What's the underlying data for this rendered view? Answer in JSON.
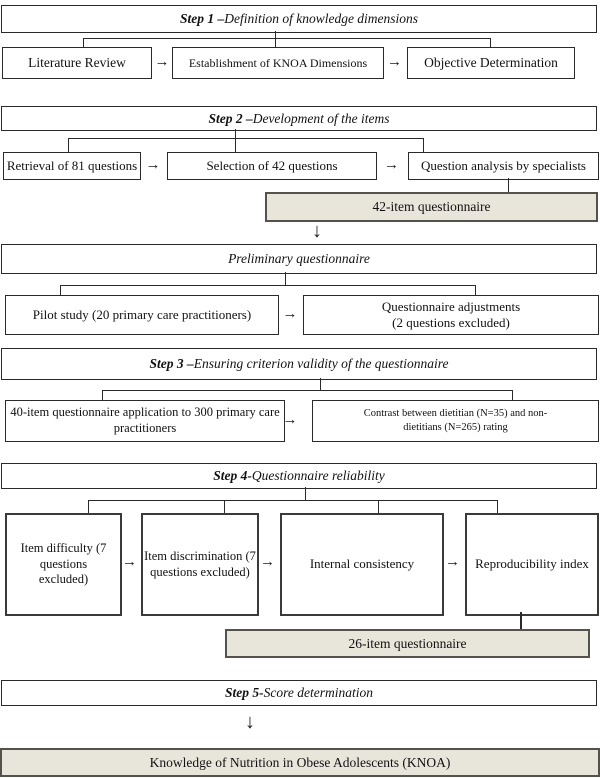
{
  "icons": {
    "arrow_right": "→",
    "arrow_down": "↓"
  },
  "colors": {
    "background": "#ffffff",
    "box_border": "#2a2a2a",
    "line": "#2a2a2a",
    "shaded_fill": "#e8e5da",
    "shaded_border": "#54524b",
    "text": "#111111"
  },
  "sections": {
    "step1": {
      "header": {
        "bold": "Step 1 –",
        "rest": " Definition of knowledge dimensions"
      },
      "box1": "Literature Review",
      "box2": "Establishment of KNOA Dimensions",
      "box3": "Objective Determination"
    },
    "step2": {
      "header": {
        "bold": "Step 2 –",
        "rest": " Development of the items"
      },
      "box1": "Retrieval of 81 questions",
      "box2": "Selection of 42 questions",
      "box3": "Question analysis by specialists",
      "output": "42-item questionnaire"
    },
    "preliminary": {
      "header": {
        "rest": "Preliminary questionnaire"
      },
      "box1": "Pilot study (20 primary care practitioners)",
      "box2_line1": "Questionnaire adjustments",
      "box2_line2": "(2 questions excluded)"
    },
    "step3": {
      "header": {
        "bold": "Step 3 –",
        "rest": " Ensuring criterion validity of the questionnaire"
      },
      "box1": "40-item questionnaire application to 300 primary care practitioners",
      "box2_line1": "Contrast between dietitian (N=35)  and non-",
      "box2_line2": "dietitians (N=265) rating"
    },
    "step4": {
      "header": {
        "bold": "Step 4-",
        "rest": " Questionnaire reliability"
      },
      "box1": "Item difficulty (7 questions excluded)",
      "box2": "Item discrimination (7 questions excluded)",
      "box3": "Internal consistency",
      "box4": "Reproducibility index",
      "output": "26-item questionnaire"
    },
    "step5": {
      "header": {
        "bold": "Step 5-",
        "rest": " Score determination"
      }
    },
    "final": {
      "box": "Knowledge of Nutrition in Obese Adolescents (KNOA)"
    }
  }
}
